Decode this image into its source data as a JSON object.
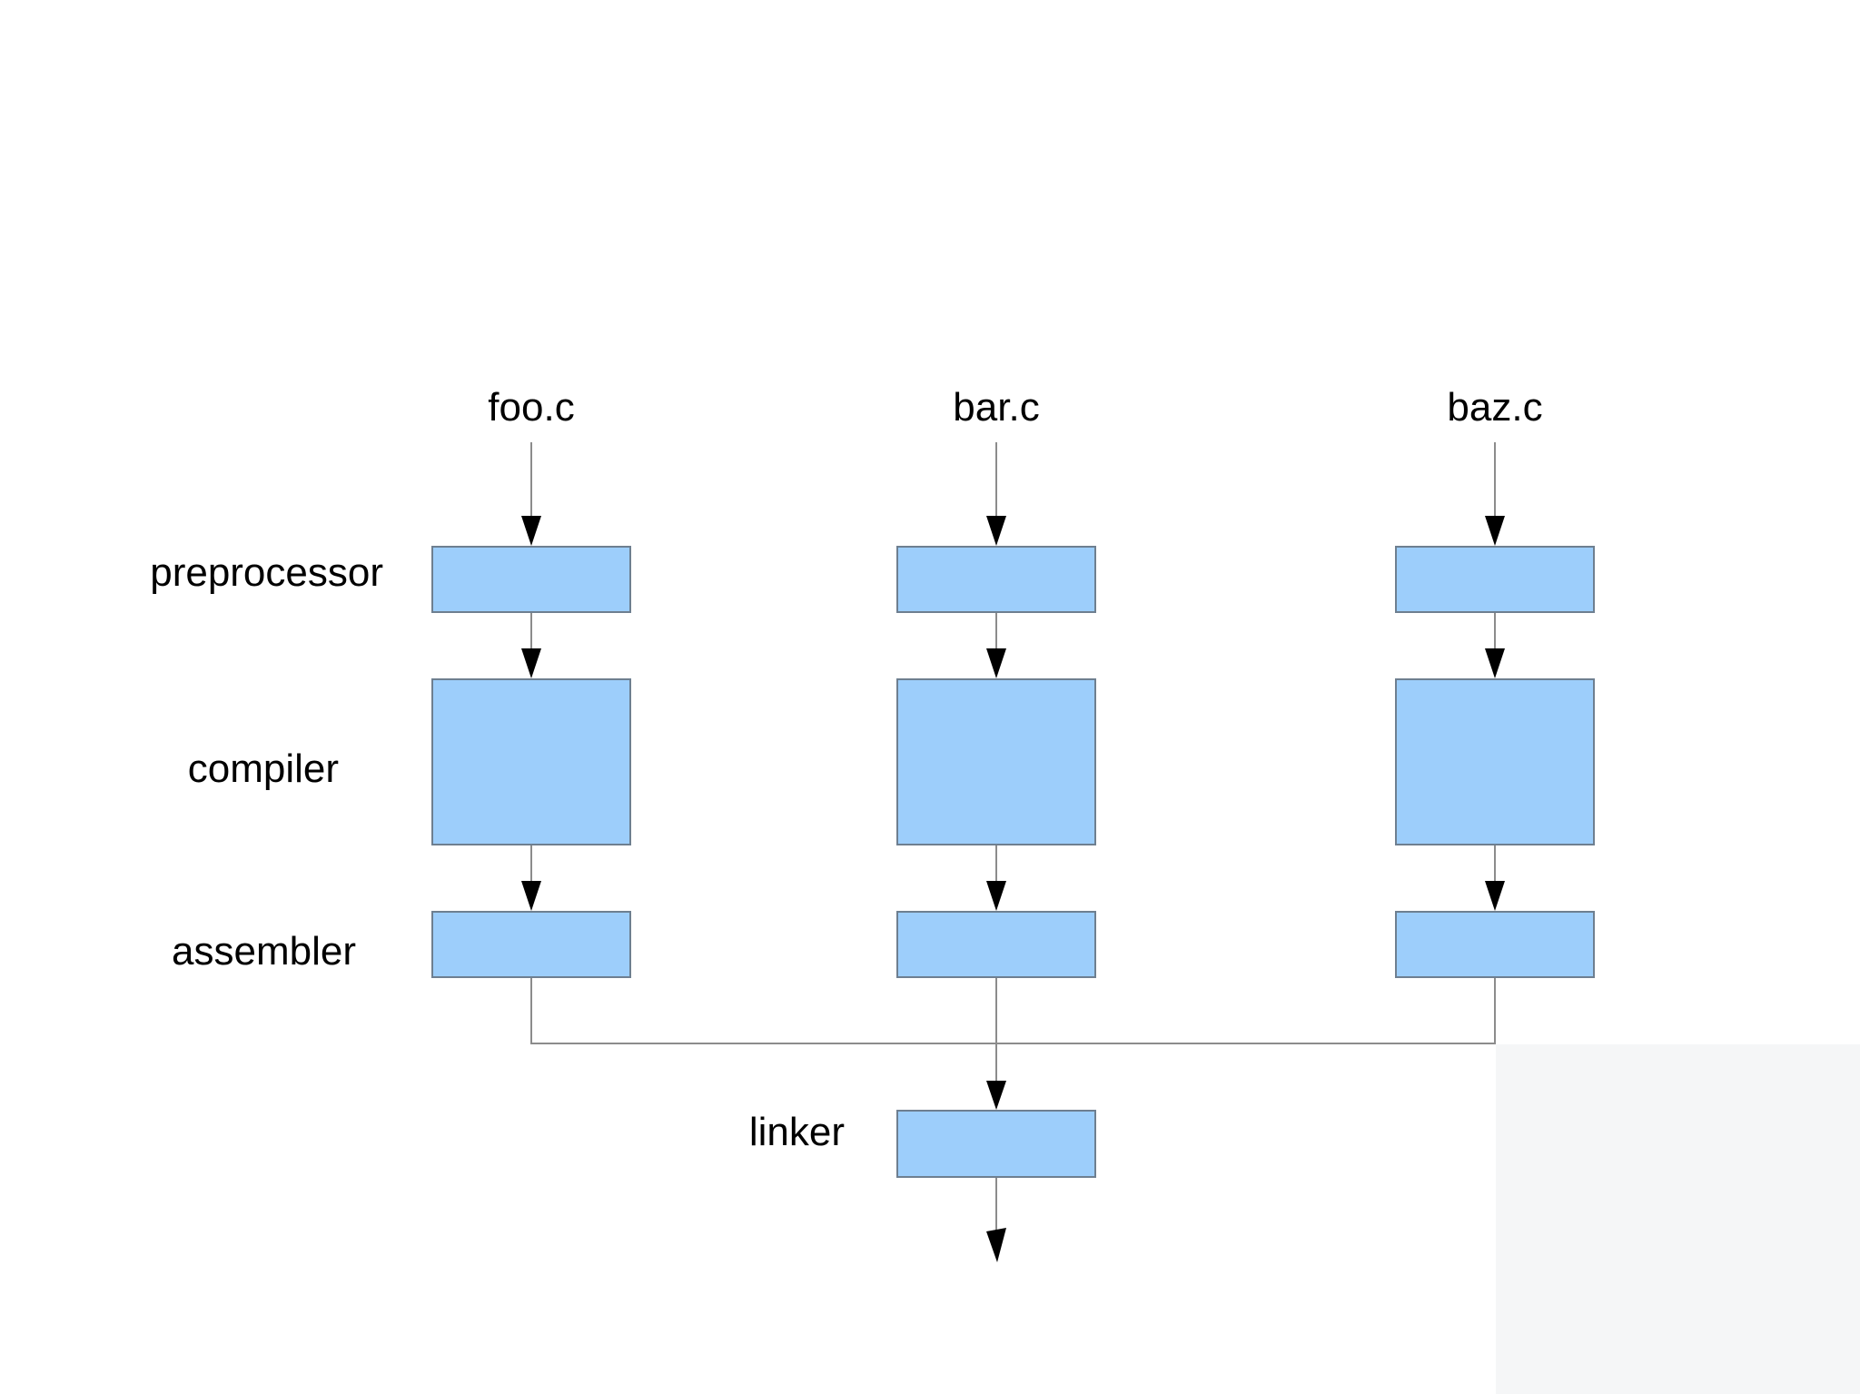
{
  "diagram": {
    "sources": [
      {
        "label": "foo.c"
      },
      {
        "label": "bar.c"
      },
      {
        "label": "baz.c"
      }
    ],
    "stages": [
      {
        "label": "preprocessor"
      },
      {
        "label": "compiler"
      },
      {
        "label": "assembler"
      },
      {
        "label": "linker"
      }
    ],
    "colors": {
      "background": "#ffffff",
      "box_fill": "#9dcefb",
      "box_border": "#6e7f90",
      "line": "#8c8c8c",
      "arrow": "#000000"
    }
  }
}
